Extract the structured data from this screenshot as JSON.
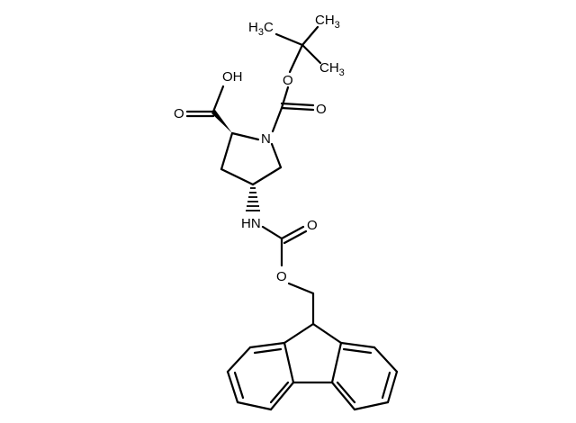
{
  "labels": {
    "ch3_left_c": "H",
    "ch3_left_sub": "3",
    "ch3_left_tail": "C",
    "ch3_top": "CH",
    "ch3_top_sub": "3",
    "ch3_bottom": "CH",
    "ch3_bottom_sub": "3",
    "boc_o": "O",
    "boc_carbonyl_o": "O",
    "acid_oh": "OH",
    "acid_carbonyl_o": "O",
    "ring_n": "N",
    "nh": "HN",
    "fmoc_carbonyl_o": "O",
    "fmoc_o": "O"
  }
}
